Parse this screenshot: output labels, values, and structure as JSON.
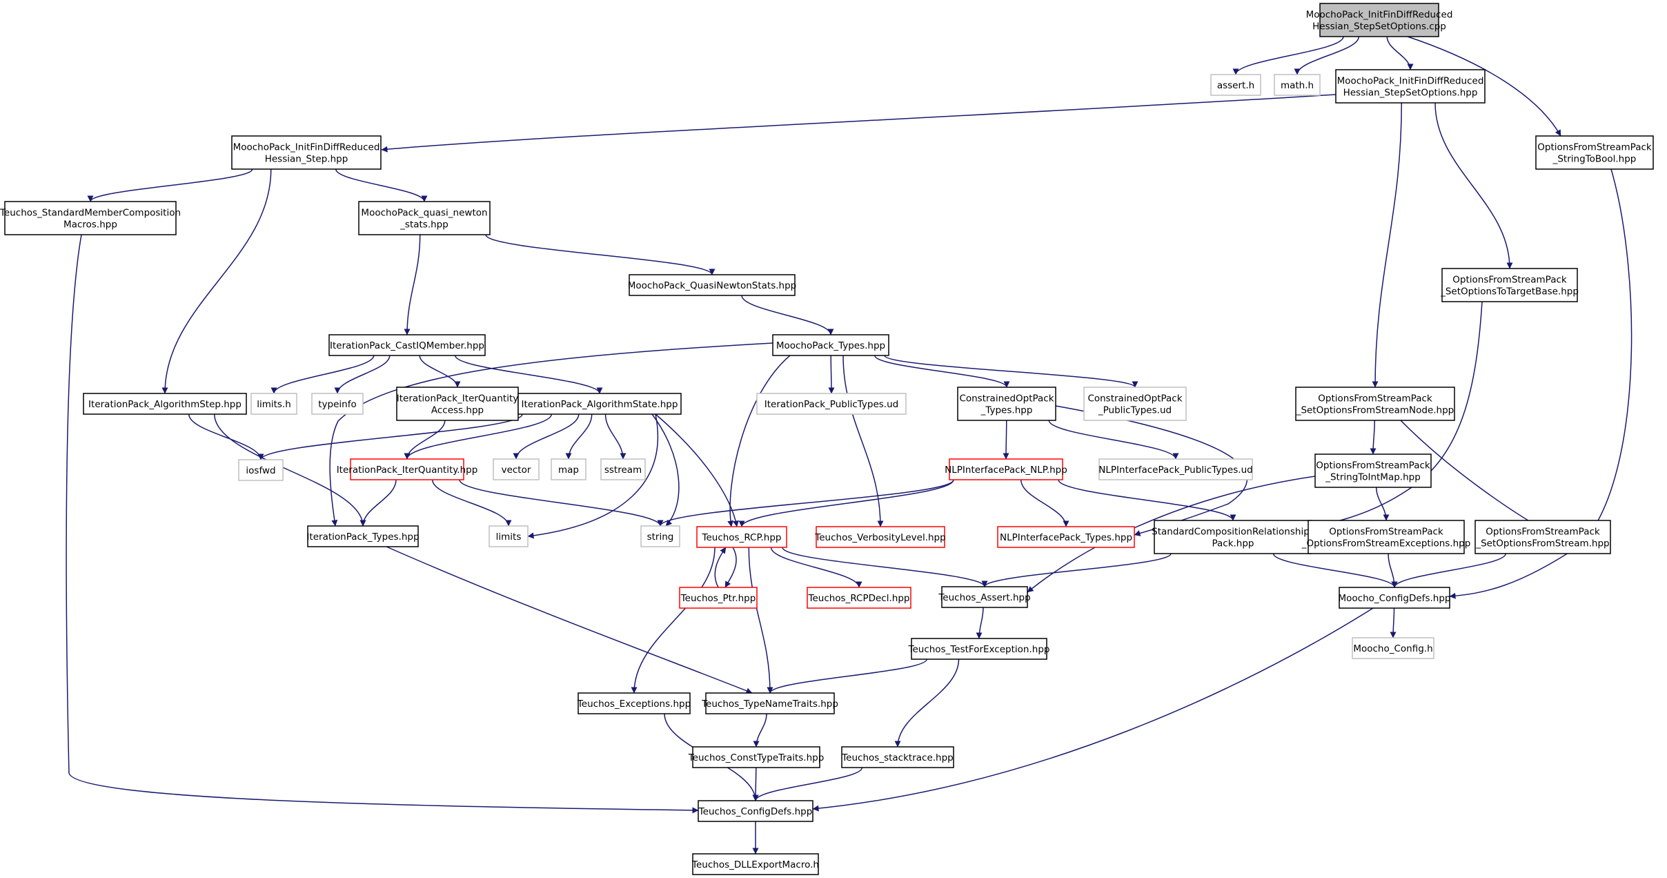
{
  "colors": {
    "edge": "#191970",
    "root_fill": "#bfbfbf",
    "normal_border": "#000000",
    "truncated_border": "#ff0000",
    "system_border": "#bfbfbf",
    "node_fill": "#ffffff"
  },
  "nodes": [
    {
      "id": "n0",
      "lines": [
        "MoochoPack_InitFinDiffReduced",
        "Hessian_StepSetOptions.cpp"
      ],
      "kind": "root"
    },
    {
      "id": "n1",
      "lines": [
        "assert.h"
      ],
      "kind": "system"
    },
    {
      "id": "n2",
      "lines": [
        "math.h"
      ],
      "kind": "system"
    },
    {
      "id": "n3",
      "lines": [
        "MoochoPack_InitFinDiffReduced",
        "Hessian_StepSetOptions.hpp"
      ],
      "kind": "normal"
    },
    {
      "id": "n4",
      "lines": [
        "OptionsFromStreamPack",
        "_StringToBool.hpp"
      ],
      "kind": "normal"
    },
    {
      "id": "n5",
      "lines": [
        "MoochoPack_InitFinDiffReduced",
        "Hessian_Step.hpp"
      ],
      "kind": "normal"
    },
    {
      "id": "n6",
      "lines": [
        "Teuchos_StandardMemberComposition",
        "Macros.hpp"
      ],
      "kind": "normal"
    },
    {
      "id": "n7",
      "lines": [
        "MoochoPack_quasi_newton",
        "_stats.hpp"
      ],
      "kind": "normal"
    },
    {
      "id": "n8",
      "lines": [
        "MoochoPack_QuasiNewtonStats.hpp"
      ],
      "kind": "normal"
    },
    {
      "id": "n9",
      "lines": [
        "OptionsFromStreamPack",
        "_SetOptionsToTargetBase.hpp"
      ],
      "kind": "normal"
    },
    {
      "id": "n10",
      "lines": [
        "IterationPack_CastIQMember.hpp"
      ],
      "kind": "normal"
    },
    {
      "id": "n11",
      "lines": [
        "MoochoPack_Types.hpp"
      ],
      "kind": "normal"
    },
    {
      "id": "n12",
      "lines": [
        "IterationPack_AlgorithmStep.hpp"
      ],
      "kind": "normal"
    },
    {
      "id": "n13",
      "lines": [
        "limits.h"
      ],
      "kind": "system"
    },
    {
      "id": "n14",
      "lines": [
        "typeinfo"
      ],
      "kind": "system"
    },
    {
      "id": "n15",
      "lines": [
        "IterationPack_IterQuantity",
        "Access.hpp"
      ],
      "kind": "normal"
    },
    {
      "id": "n16",
      "lines": [
        "IterationPack_AlgorithmState.hpp"
      ],
      "kind": "normal"
    },
    {
      "id": "n17",
      "lines": [
        "IterationPack_PublicTypes.ud"
      ],
      "kind": "system"
    },
    {
      "id": "n18",
      "lines": [
        "ConstrainedOptPack",
        "_Types.hpp"
      ],
      "kind": "normal"
    },
    {
      "id": "n19",
      "lines": [
        "ConstrainedOptPack",
        "_PublicTypes.ud"
      ],
      "kind": "system"
    },
    {
      "id": "n20",
      "lines": [
        "OptionsFromStreamPack",
        "_SetOptionsFromStreamNode.hpp"
      ],
      "kind": "normal"
    },
    {
      "id": "n21",
      "lines": [
        "iosfwd"
      ],
      "kind": "system"
    },
    {
      "id": "n22",
      "lines": [
        "IterationPack_IterQuantity.hpp"
      ],
      "kind": "truncated"
    },
    {
      "id": "n23",
      "lines": [
        "vector"
      ],
      "kind": "system"
    },
    {
      "id": "n24",
      "lines": [
        "map"
      ],
      "kind": "system"
    },
    {
      "id": "n25",
      "lines": [
        "sstream"
      ],
      "kind": "system"
    },
    {
      "id": "n26",
      "lines": [
        "NLPInterfacePack_NLP.hpp"
      ],
      "kind": "truncated"
    },
    {
      "id": "n27",
      "lines": [
        "NLPInterfacePack_PublicTypes.ud"
      ],
      "kind": "system"
    },
    {
      "id": "n28",
      "lines": [
        "OptionsFromStreamPack",
        "_StringToIntMap.hpp"
      ],
      "kind": "normal"
    },
    {
      "id": "n29",
      "lines": [
        "IterationPack_Types.hpp"
      ],
      "kind": "normal"
    },
    {
      "id": "n30",
      "lines": [
        "limits"
      ],
      "kind": "system"
    },
    {
      "id": "n31",
      "lines": [
        "string"
      ],
      "kind": "system"
    },
    {
      "id": "n32",
      "lines": [
        "Teuchos_RCP.hpp"
      ],
      "kind": "truncated"
    },
    {
      "id": "n33",
      "lines": [
        "Teuchos_VerbosityLevel.hpp"
      ],
      "kind": "truncated"
    },
    {
      "id": "n34",
      "lines": [
        "NLPInterfacePack_Types.hpp"
      ],
      "kind": "truncated"
    },
    {
      "id": "n35",
      "lines": [
        "StandardCompositionRelationships",
        "Pack.hpp"
      ],
      "kind": "normal"
    },
    {
      "id": "n36",
      "lines": [
        "OptionsFromStreamPack",
        "_OptionsFromStreamExceptions.hpp"
      ],
      "kind": "normal"
    },
    {
      "id": "n37",
      "lines": [
        "OptionsFromStreamPack",
        "_SetOptionsFromStream.hpp"
      ],
      "kind": "normal"
    },
    {
      "id": "n38",
      "lines": [
        "Teuchos_Ptr.hpp"
      ],
      "kind": "truncated"
    },
    {
      "id": "n39",
      "lines": [
        "Teuchos_RCPDecl.hpp"
      ],
      "kind": "truncated"
    },
    {
      "id": "n40",
      "lines": [
        "Teuchos_Assert.hpp"
      ],
      "kind": "normal"
    },
    {
      "id": "n41",
      "lines": [
        "Moocho_ConfigDefs.hpp"
      ],
      "kind": "normal"
    },
    {
      "id": "n42",
      "lines": [
        "Moocho_Config.h"
      ],
      "kind": "system"
    },
    {
      "id": "n43",
      "lines": [
        "Teuchos_TestForException.hpp"
      ],
      "kind": "normal"
    },
    {
      "id": "n44",
      "lines": [
        "Teuchos_Exceptions.hpp"
      ],
      "kind": "normal"
    },
    {
      "id": "n45",
      "lines": [
        "Teuchos_TypeNameTraits.hpp"
      ],
      "kind": "normal"
    },
    {
      "id": "n46",
      "lines": [
        "Teuchos_ConstTypeTraits.hpp"
      ],
      "kind": "normal"
    },
    {
      "id": "n47",
      "lines": [
        "Teuchos_stacktrace.hpp"
      ],
      "kind": "normal"
    },
    {
      "id": "n48",
      "lines": [
        "Teuchos_ConfigDefs.hpp"
      ],
      "kind": "normal"
    },
    {
      "id": "n49",
      "lines": [
        "Teuchos_DLLExportMacro.h"
      ],
      "kind": "normal"
    }
  ],
  "edges": [
    [
      "n0",
      "n1"
    ],
    [
      "n0",
      "n2"
    ],
    [
      "n0",
      "n3"
    ],
    [
      "n0",
      "n4"
    ],
    [
      "n3",
      "n5"
    ],
    [
      "n3",
      "n20"
    ],
    [
      "n3",
      "n9"
    ],
    [
      "n4",
      "n41"
    ],
    [
      "n5",
      "n6"
    ],
    [
      "n5",
      "n7"
    ],
    [
      "n5",
      "n12"
    ],
    [
      "n6",
      "n48"
    ],
    [
      "n7",
      "n10"
    ],
    [
      "n7",
      "n8"
    ],
    [
      "n8",
      "n11"
    ],
    [
      "n9",
      "n35"
    ],
    [
      "n10",
      "n13"
    ],
    [
      "n10",
      "n14"
    ],
    [
      "n10",
      "n15"
    ],
    [
      "n10",
      "n16"
    ],
    [
      "n11",
      "n29"
    ],
    [
      "n11",
      "n32"
    ],
    [
      "n11",
      "n17"
    ],
    [
      "n11",
      "n33"
    ],
    [
      "n11",
      "n18"
    ],
    [
      "n11",
      "n19"
    ],
    [
      "n12",
      "n21"
    ],
    [
      "n12",
      "n29"
    ],
    [
      "n15",
      "n22"
    ],
    [
      "n16",
      "n21"
    ],
    [
      "n16",
      "n22"
    ],
    [
      "n16",
      "n23"
    ],
    [
      "n16",
      "n24"
    ],
    [
      "n16",
      "n25"
    ],
    [
      "n16",
      "n30"
    ],
    [
      "n16",
      "n31"
    ],
    [
      "n16",
      "n32"
    ],
    [
      "n18",
      "n26"
    ],
    [
      "n18",
      "n27"
    ],
    [
      "n18",
      "n34"
    ],
    [
      "n20",
      "n28"
    ],
    [
      "n20",
      "n37"
    ],
    [
      "n22",
      "n29"
    ],
    [
      "n22",
      "n30"
    ],
    [
      "n22",
      "n31"
    ],
    [
      "n26",
      "n31"
    ],
    [
      "n26",
      "n32"
    ],
    [
      "n26",
      "n34"
    ],
    [
      "n26",
      "n35"
    ],
    [
      "n28",
      "n40"
    ],
    [
      "n28",
      "n36"
    ],
    [
      "n29",
      "n45"
    ],
    [
      "n32",
      "n38"
    ],
    [
      "n32",
      "n39"
    ],
    [
      "n32",
      "n40"
    ],
    [
      "n32",
      "n44"
    ],
    [
      "n32",
      "n45"
    ],
    [
      "n35",
      "n40"
    ],
    [
      "n35",
      "n41"
    ],
    [
      "n36",
      "n41"
    ],
    [
      "n37",
      "n41"
    ],
    [
      "n38",
      "n32"
    ],
    [
      "n40",
      "n43"
    ],
    [
      "n41",
      "n42"
    ],
    [
      "n41",
      "n48"
    ],
    [
      "n43",
      "n45"
    ],
    [
      "n43",
      "n47"
    ],
    [
      "n44",
      "n48"
    ],
    [
      "n45",
      "n46"
    ],
    [
      "n46",
      "n48"
    ],
    [
      "n47",
      "n48"
    ],
    [
      "n48",
      "n49"
    ]
  ]
}
